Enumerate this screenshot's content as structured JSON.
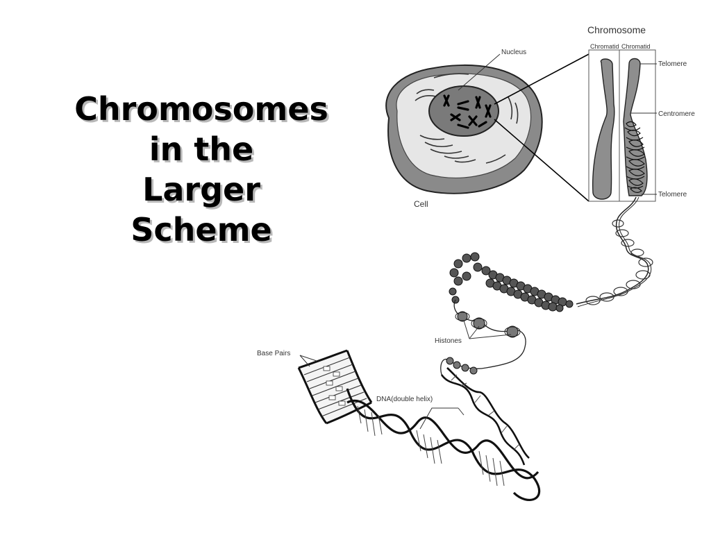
{
  "title_lines": [
    "Chromosomes",
    "in the",
    "Larger",
    "Scheme"
  ],
  "labels": {
    "chromosome": "Chromosome",
    "chromatid_left": "Chromatid",
    "chromatid_right": "Chromatid",
    "telomere_top": "Telomere",
    "centromere": "Centromere",
    "telomere_bottom": "Telomere",
    "nucleus": "Nucleus",
    "cell": "Cell",
    "histones": "Histones",
    "base_pairs": "Base Pairs",
    "dna": "DNA(double helix)"
  }
}
